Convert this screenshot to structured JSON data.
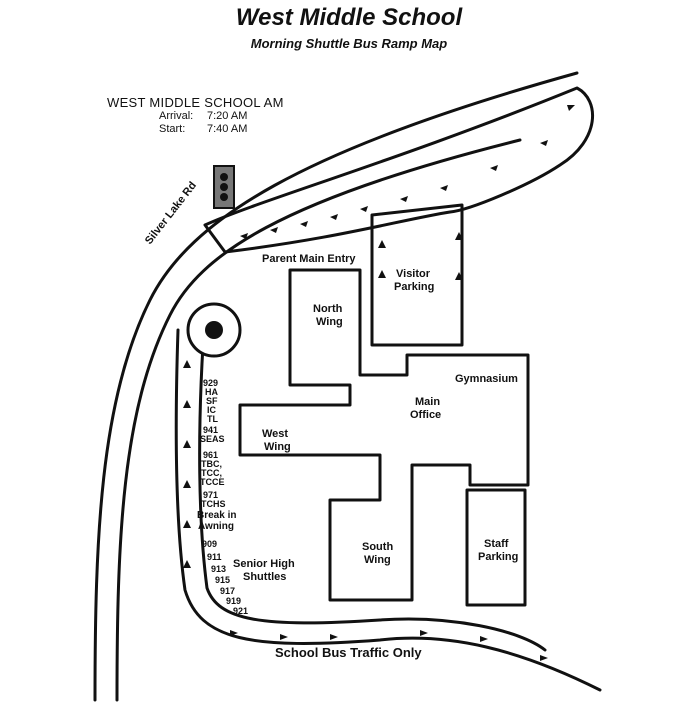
{
  "header": {
    "title": "West Middle School",
    "subtitle": "Morning Shuttle Bus Ramp Map"
  },
  "schedule": {
    "heading": "WEST MIDDLE SCHOOL AM",
    "arrival_label": "Arrival:",
    "arrival_time": "7:20 AM",
    "start_label": "Start:",
    "start_time": "7:40 AM"
  },
  "map": {
    "road_label": "Silver Lake Rd",
    "parent_entry": "Parent Main Entry",
    "visitor_parking": [
      "Visitor",
      "Parking"
    ],
    "north_wing": [
      "North",
      "Wing"
    ],
    "gymnasium": "Gymnasium",
    "main_office": [
      "Main",
      "Office"
    ],
    "west_wing": [
      "West",
      "Wing"
    ],
    "south_wing": [
      "South",
      "Wing"
    ],
    "staff_parking": [
      "Staff",
      "Parking"
    ],
    "senior_high": [
      "Senior High",
      "Shuttles"
    ],
    "bus_traffic": "School Bus Traffic Only",
    "bus_stops_top": [
      "929",
      "HA",
      "SF",
      "IC",
      "TL",
      "941",
      "SEAS",
      "961",
      "TBC,",
      "TCC,",
      "TCCE",
      "971",
      "TCHS"
    ],
    "awning": [
      "Break in",
      "Awning"
    ],
    "bus_stops_bottom": [
      "909",
      "911",
      "913",
      "915",
      "917",
      "919",
      "921"
    ]
  },
  "colors": {
    "ink": "#111111",
    "paper": "#ffffff",
    "signal_housing": "#777777"
  }
}
